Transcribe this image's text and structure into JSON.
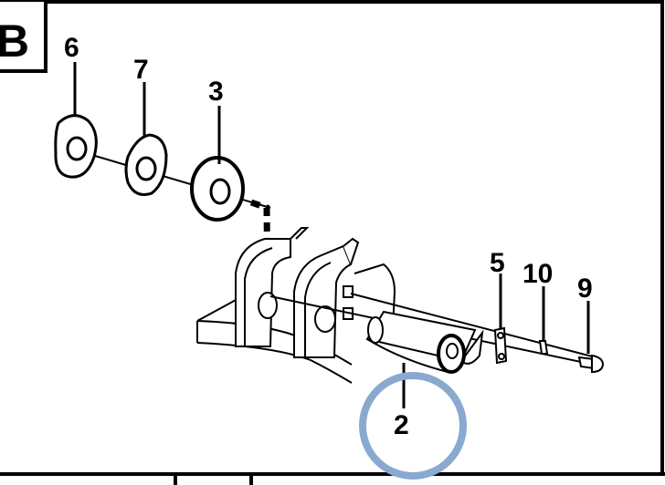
{
  "figure": {
    "section_label": "B",
    "callouts": {
      "c6": "6",
      "c7": "7",
      "c3": "3",
      "c5": "5",
      "c10": "10",
      "c9": "9",
      "c2": "2"
    },
    "highlight_color": "#8aa9cf",
    "ink_color": "#000000"
  }
}
